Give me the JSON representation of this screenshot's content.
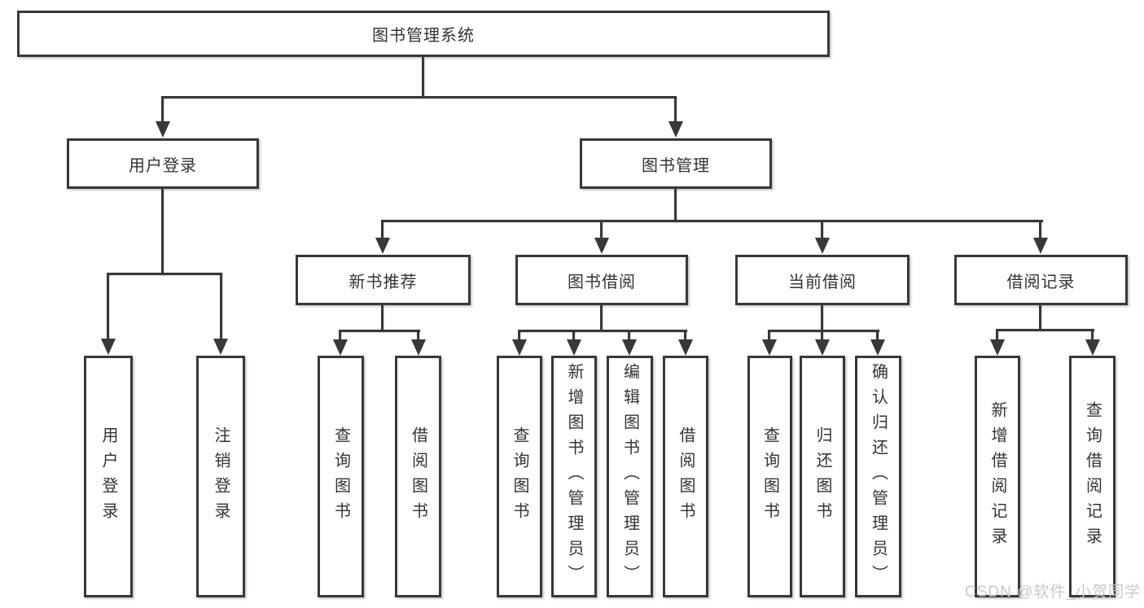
{
  "diagram": {
    "root_label": "图书管理系统",
    "level2": [
      "用户登录",
      "图书管理"
    ],
    "level3": [
      "新书推荐",
      "图书借阅",
      "当前借阅",
      "借阅记录"
    ],
    "leaves": {
      "user_login": [
        "用户登录",
        "注销登录"
      ],
      "new_book": [
        "查询图书",
        "借阅图书"
      ],
      "book_borrow": [
        "查询图书",
        "新增图书（管理员）",
        "编辑图书（管理员）",
        "借阅图书"
      ],
      "current_borrow": [
        "查询图书",
        "归还图书",
        "确认归还（管理员）"
      ],
      "borrow_records": [
        "新增借阅记录",
        "查询借阅记录"
      ]
    }
  },
  "watermark": "CSDN @软件_小贺同学",
  "colors": {
    "line": "#383838",
    "text": "#333333",
    "watermark": "#c9c9c9",
    "background": "#ffffff"
  }
}
